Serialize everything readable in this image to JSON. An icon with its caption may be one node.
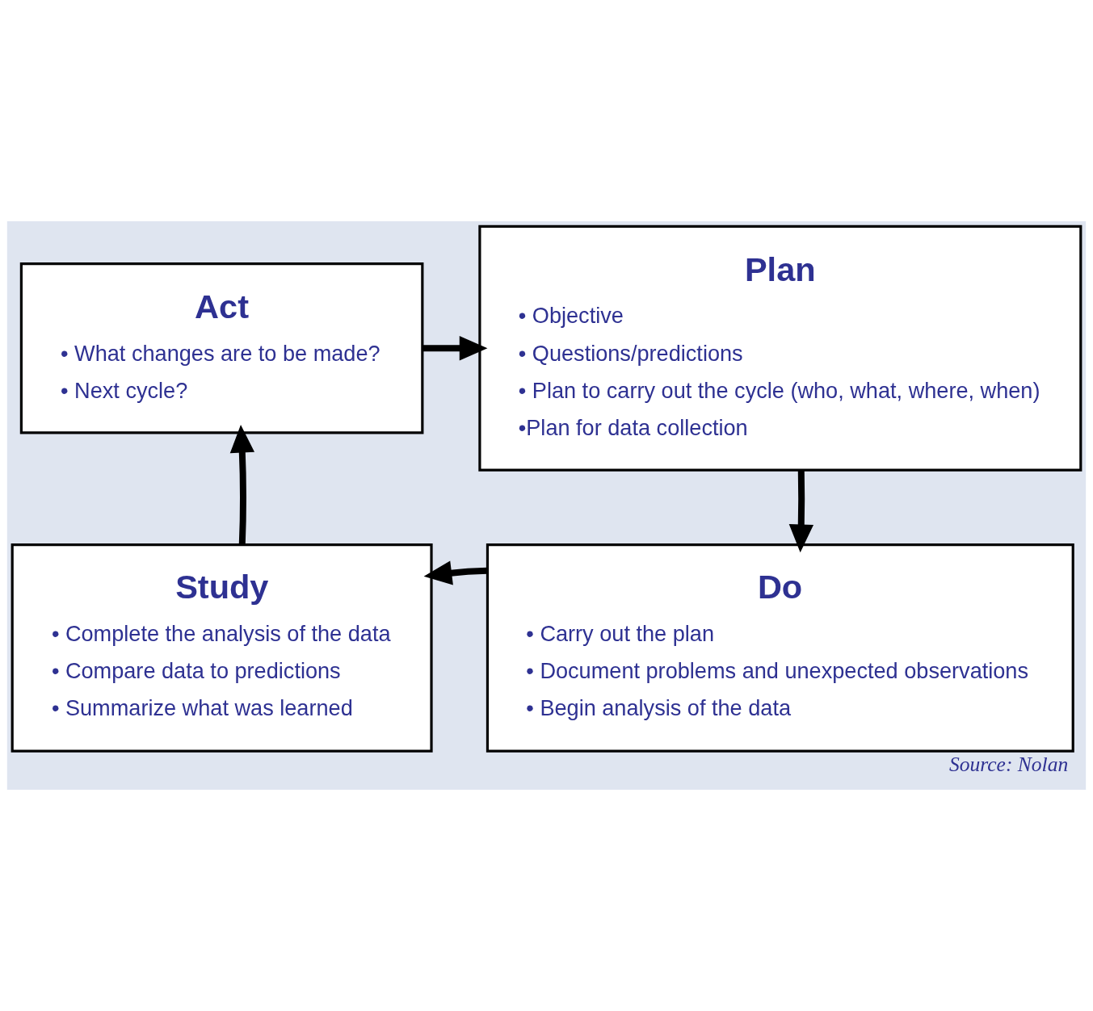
{
  "diagram": {
    "caption": "Source: Nolan",
    "nodes": [
      {
        "text": [
          "Act",
          "• What changes are to be made?",
          "• Next cycle?"
        ]
      },
      {
        "text": [
          "Plan",
          "• Objective",
          "• Questions/predictions",
          "• Plan to carry out the cycle (who, what, where, when)",
          "•Plan for data collection"
        ]
      },
      {
        "text": [
          "Study",
          "• Complete the analysis of the data",
          "• Compare data to predictions",
          "• Summarize what was learned"
        ]
      },
      {
        "text": [
          "Do",
          "• Carry out the plan",
          "• Document problems and unexpected observations",
          "• Begin analysis of the data"
        ]
      }
    ],
    "edges": [
      {
        "from": 0,
        "to": 1,
        "arrow": "to"
      },
      {
        "from": 1,
        "to": 3,
        "arrow": "to"
      },
      {
        "from": 3,
        "to": 2,
        "arrow": "to"
      },
      {
        "from": 2,
        "to": 0,
        "arrow": "to"
      }
    ]
  }
}
